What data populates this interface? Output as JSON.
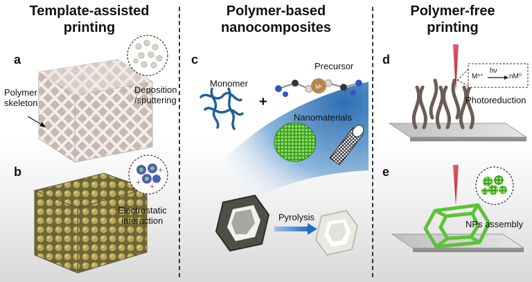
{
  "columns": {
    "left": {
      "title_line1": "Template-assisted",
      "title_line2": "printing"
    },
    "middle": {
      "title_line1": "Polymer-based",
      "title_line2": "nanocomposites"
    },
    "right": {
      "title_line1": "Polymer-free",
      "title_line2": "printing"
    }
  },
  "panels": {
    "a": {
      "letter": "a",
      "label_polymer_1": "Polymer",
      "label_polymer_2": "skeleton",
      "label_deposition_1": "Deposition",
      "label_deposition_2": "/sputtering"
    },
    "b": {
      "letter": "b",
      "label_1": "Electrostatic",
      "label_2": "interaction"
    },
    "c": {
      "letter": "c",
      "monomer": "Monomer",
      "plus": "+",
      "precursor": "Precursor",
      "metal_ion": "Mⁿ",
      "nanomaterials": "Nanomaterials",
      "pyrolysis": "Pyrolysis"
    },
    "d": {
      "letter": "d",
      "reaction_left": "Mⁿ⁺",
      "reaction_energy": "hν",
      "reaction_right": "nM⁰",
      "photoreduction": "Photoreduction"
    },
    "e": {
      "letter": "e",
      "nps_assembly": "NPs assembly"
    }
  },
  "colors": {
    "polymer_blue": "#1f5f99",
    "nanoparticle_green": "#5cc23a",
    "laser_red": "#c8283c",
    "lattice_white": "#ede6e1",
    "gold_lattice": "#a89a52",
    "dark_lattice": "#505047"
  }
}
